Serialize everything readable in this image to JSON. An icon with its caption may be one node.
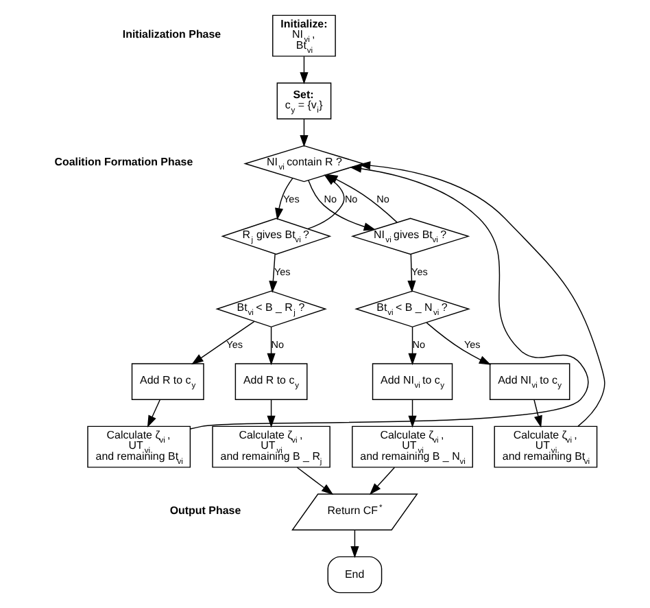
{
  "diagram": {
    "nodes": [
      {
        "text": [
          "Initialize:",
          "NI$_{vi}$ , Bt$_{vi}$"
        ]
      },
      {
        "text": [
          "Set:",
          "c$_{y}$ = {v$_{i}$}"
        ]
      },
      {
        "text": [
          "NI$_{vi}$ contain R ?"
        ]
      },
      {
        "text": [
          "R$_{j}$ gives Bt$_{vi}$ ?"
        ]
      },
      {
        "text": [
          "NI$_{vi}$ gives Bt$_{vi}$ ?"
        ]
      },
      {
        "text": [
          "Bt$_{vi}$ < B _ R$_{j}$ ?"
        ]
      },
      {
        "text": [
          "Bt$_{vi}$ < B _ N$_{vi}$ ?"
        ]
      },
      {
        "text": [
          "Add R to c$_{y}$"
        ]
      },
      {
        "text": [
          "Add R to c$_{y}$"
        ]
      },
      {
        "text": [
          "Add NI$_{vi}$ to c$_{y}$"
        ]
      },
      {
        "text": [
          "Add NI$_{vi}$ to c$_{y}$"
        ]
      },
      {
        "text": [
          "Calculate ζ$_{vi}$ , UT$_{vi}$ and remaining Bt$_{vi}$"
        ]
      },
      {
        "text": [
          "Calculate ζ$_{vi}$ , UT$_{vi}$ and remaining B _ R$_{j}$"
        ]
      },
      {
        "text": [
          "Calculate ζ$_{vi}$ , UT$_{vi}$ and remaining B _ N$_{vi}$"
        ]
      },
      {
        "text": [
          "Calculate ζ$_{vi}$ , UT$_{vi}$ and remaining Bt$_{vi}$"
        ]
      },
      {
        "text": [
          "Return CF$^{*}$"
        ]
      },
      {
        "text": [
          "End"
        ]
      }
    ],
    "edges": [
      {
        "from": 0,
        "to": 1,
        "arrow": "to"
      },
      {
        "from": 1,
        "to": 2,
        "arrow": "to"
      },
      {
        "from": 14,
        "to": 2,
        "arrow": "to"
      },
      {
        "from": 4,
        "to": 2,
        "arrow": "to",
        "label": "No"
      },
      {
        "from": 11,
        "to": 2,
        "arrow": "to"
      },
      {
        "from": 3,
        "to": 2,
        "arrow": "to",
        "label": "No"
      },
      {
        "from": 2,
        "to": 3,
        "arrow": "to",
        "label": "Yes"
      },
      {
        "from": 2,
        "to": 4,
        "arrow": "to",
        "label": "No"
      },
      {
        "from": 3,
        "to": 5,
        "arrow": "to",
        "label": "Yes"
      },
      {
        "from": 4,
        "to": 6,
        "arrow": "to",
        "label": "Yes"
      },
      {
        "from": 5,
        "to": 7,
        "arrow": "to",
        "label": "Yes"
      },
      {
        "from": 5,
        "to": 8,
        "arrow": "to",
        "label": "No"
      },
      {
        "from": 6,
        "to": 9,
        "arrow": "to",
        "label": "No"
      },
      {
        "from": 6,
        "to": 10,
        "arrow": "to",
        "label": "Yes"
      },
      {
        "from": 7,
        "to": 11,
        "arrow": "to"
      },
      {
        "from": 8,
        "to": 12,
        "arrow": "to"
      },
      {
        "from": 9,
        "to": 13,
        "arrow": "to"
      },
      {
        "from": 10,
        "to": 14,
        "arrow": "to"
      },
      {
        "from": 12,
        "to": 15,
        "arrow": "to"
      },
      {
        "from": 13,
        "to": 15,
        "arrow": "to"
      },
      {
        "from": 15,
        "to": 16,
        "arrow": "to"
      }
    ],
    "labels": [
      "Initialization Phase",
      "Coalition Formation Phase",
      "Output Phase"
    ]
  }
}
